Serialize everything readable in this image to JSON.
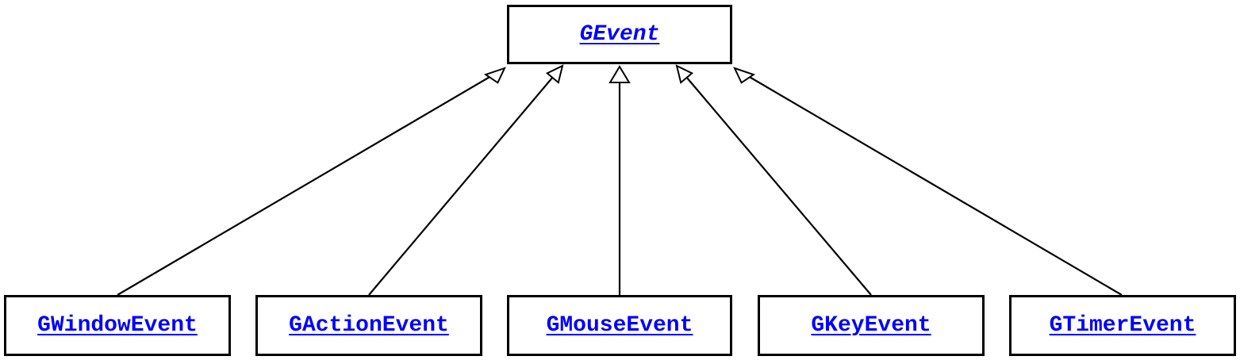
{
  "diagram": {
    "type": "uml-class-inheritance",
    "parent": {
      "label": "GEvent",
      "abstract": true
    },
    "children": [
      {
        "label": "GWindowEvent"
      },
      {
        "label": "GActionEvent"
      },
      {
        "label": "GMouseEvent"
      },
      {
        "label": "GKeyEvent"
      },
      {
        "label": "GTimerEvent"
      }
    ],
    "relationship": "generalization",
    "colors": {
      "link": "#0000ff",
      "stroke": "#000000",
      "background": "#ffffff"
    }
  }
}
